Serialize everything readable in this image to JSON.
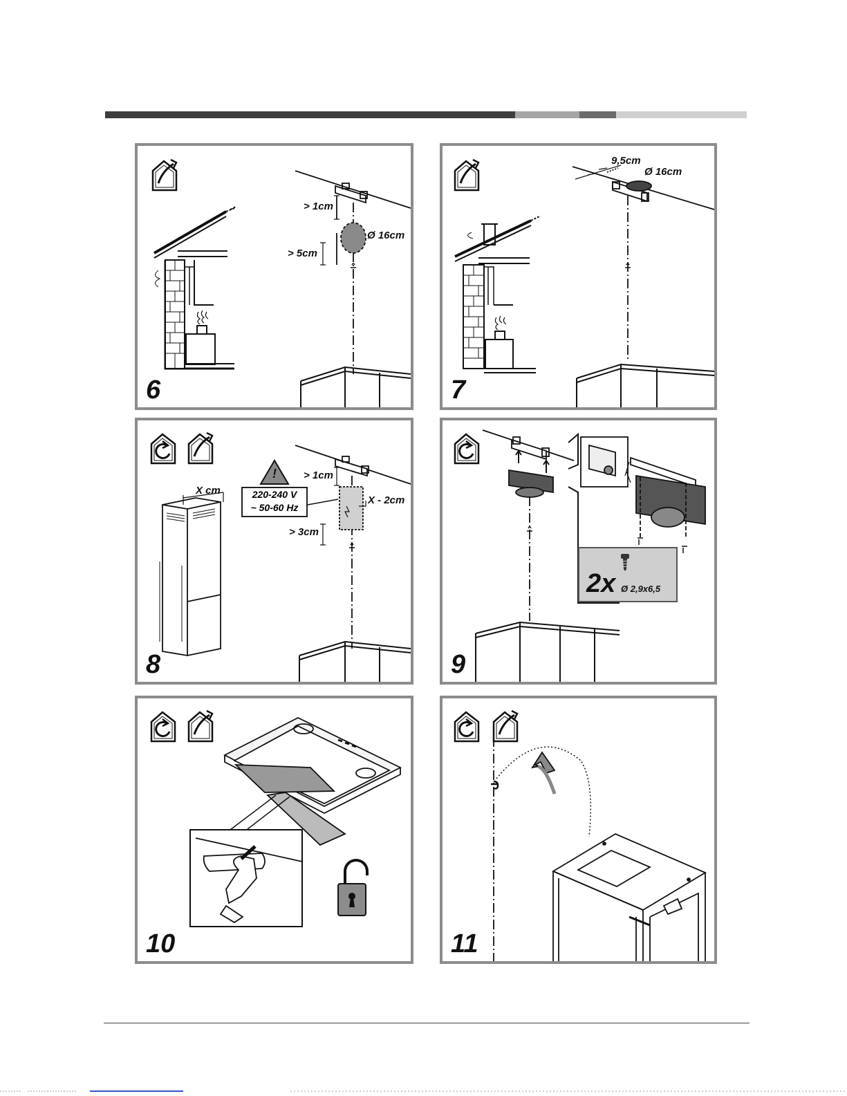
{
  "header_bar": {
    "segment_colors": [
      "#3d3d3d",
      "#a6a6a6",
      "#6b6b6b",
      "#d0d0d0"
    ]
  },
  "panels": [
    {
      "step": "6",
      "icons": [
        "duct-out-icon"
      ],
      "labels": {
        "gap_top": "> 1cm",
        "diameter": "Ø 16cm",
        "gap_bottom": "> 5cm"
      }
    },
    {
      "step": "7",
      "icons": [
        "duct-out-icon"
      ],
      "labels": {
        "offset": "9,5cm",
        "diameter": "Ø 16cm"
      }
    },
    {
      "step": "8",
      "icons": [
        "recirculation-icon",
        "duct-out-icon"
      ],
      "labels": {
        "chimney_width": "X cm",
        "gap_top": "> 1cm",
        "socket_width": "X - 2cm",
        "gap_bottom": "> 3cm",
        "warning_symbol": "!",
        "voltage": "220-240 V",
        "frequency": "~ 50-60 Hz"
      }
    },
    {
      "step": "9",
      "icons": [
        "recirculation-icon"
      ],
      "labels": {
        "screw_qty": "2x",
        "screw_size": "Ø 2,9x6,5"
      }
    },
    {
      "step": "10",
      "icons": [
        "recirculation-icon",
        "duct-out-icon",
        "unlock-padlock-icon"
      ],
      "labels": {}
    },
    {
      "step": "11",
      "icons": [
        "recirculation-icon",
        "duct-out-icon"
      ],
      "labels": {}
    }
  ]
}
